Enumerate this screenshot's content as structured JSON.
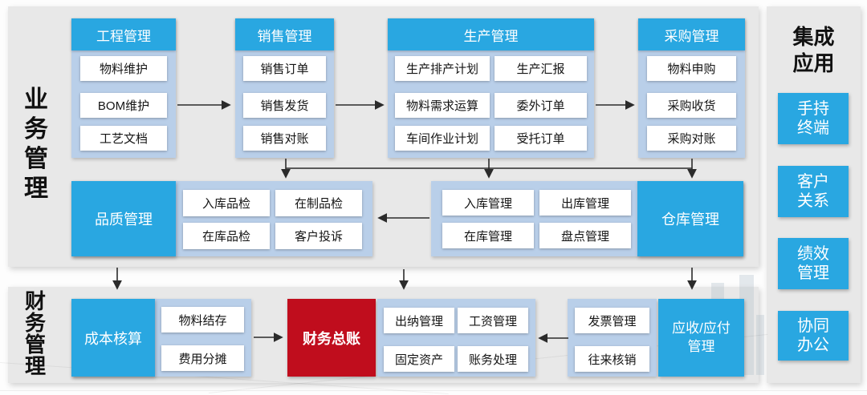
{
  "sections": {
    "business": "业务管理",
    "finance": "财务管理"
  },
  "engineering": {
    "header": "工程管理",
    "items": [
      "物料维护",
      "BOM维护",
      "工艺文档"
    ]
  },
  "sales": {
    "header": "销售管理",
    "items": [
      "销售订单",
      "销售发货",
      "销售对账"
    ]
  },
  "production": {
    "header": "生产管理",
    "col1": [
      "生产排产计划",
      "物料需求运算",
      "车间作业计划"
    ],
    "col2": [
      "生产汇报",
      "委外订单",
      "受托订单"
    ]
  },
  "purchasing": {
    "header": "采购管理",
    "items": [
      "物料申购",
      "采购收货",
      "采购对账"
    ]
  },
  "quality": {
    "label": "品质管理",
    "items": [
      "入库品检",
      "在制品检",
      "在库品检",
      "客户投诉"
    ]
  },
  "warehouse": {
    "label": "仓库管理",
    "items": [
      "入库管理",
      "出库管理",
      "在库管理",
      "盘点管理"
    ]
  },
  "cost": {
    "label": "成本核算",
    "items": [
      "物料结存",
      "费用分摊"
    ]
  },
  "ledger": {
    "label": "财务总账"
  },
  "cashier": {
    "items": [
      "出纳管理",
      "工资管理",
      "固定资产",
      "账务处理"
    ]
  },
  "invoice": {
    "items": [
      "发票管理",
      "往来核销"
    ]
  },
  "arap": {
    "label": "应收/应付\n管理"
  },
  "integration": {
    "title": "集成\n应用",
    "apps": [
      "手持\n终端",
      "客户\n关系",
      "绩效\n管理",
      "协同\n办公"
    ]
  },
  "colors": {
    "accent_blue": "#29a7e1",
    "group_light_blue": "#b9cfe9",
    "ledger_red": "#c00d1d",
    "panel_gray": "#e8e8e8"
  }
}
